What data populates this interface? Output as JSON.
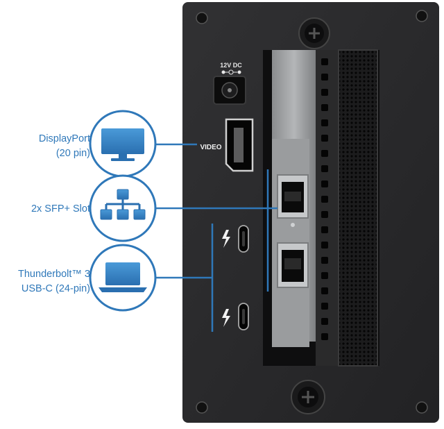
{
  "labels": {
    "displayport": {
      "line1": "DisplayPort",
      "line2": "(20 pin)"
    },
    "sfp": {
      "line1": "2x SFP+ Slot"
    },
    "thunderbolt": {
      "line1": "Thunderbolt™ 3",
      "line2": "USB-C (24-pin)"
    }
  },
  "panel": {
    "power_label": "12V DC",
    "video_label": "VIDEO"
  },
  "icons": {
    "displayport": "monitor-icon",
    "sfp": "network-icon",
    "thunderbolt": "laptop-icon",
    "port": "thunderbolt-icon"
  },
  "colors": {
    "accent": "#2f78b9",
    "accent_light": "#4a9ad8",
    "panel": "#2a2a2b"
  }
}
